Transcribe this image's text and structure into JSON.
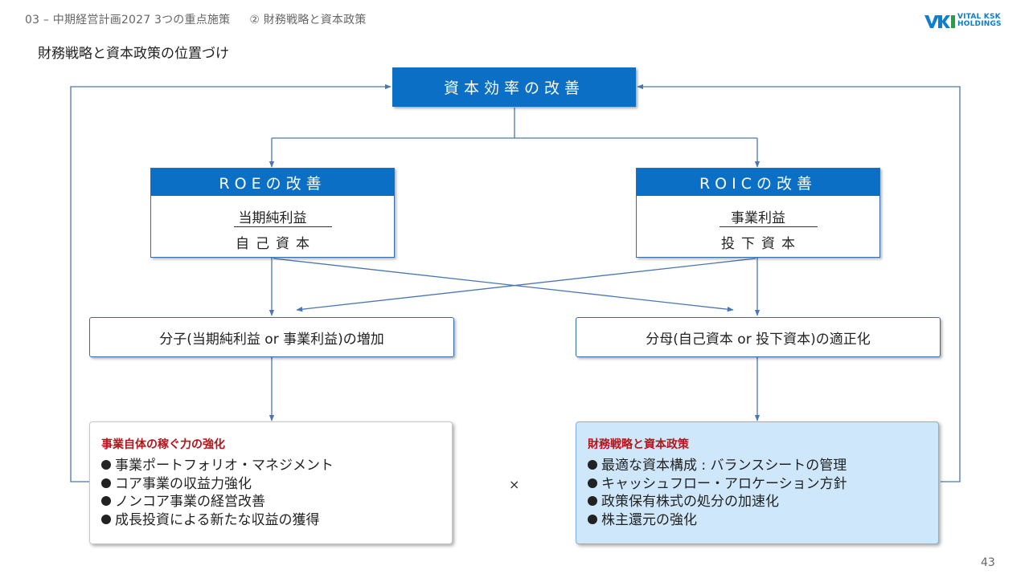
{
  "header": {
    "breadcrumb_section": "03 – 中期経営計画2027 3つの重点施策",
    "breadcrumb_sub": "② 財務戦略と資本政策",
    "logo_text_line1": "VITAL KSK",
    "logo_text_line2": "HOLDINGS",
    "slide_title": "財務戦略と資本政策の位置づけ"
  },
  "diagram": {
    "top": "資本効率の改善",
    "roe": {
      "title": "ROEの改善",
      "numerator": "当期純利益",
      "denominator": "自己資本"
    },
    "roic": {
      "title": "ROICの改善",
      "numerator": "事業利益",
      "denominator": "投下資本"
    },
    "numerator_box": "分子(当期純利益 or 事業利益)の増加",
    "denominator_box": "分母(自己資本 or 投下資本)の適正化",
    "left_panel": {
      "heading": "事業自体の稼ぐ力の強化",
      "items": [
        "事業ポートフォリオ・マネジメント",
        "コア事業の収益力強化",
        "ノンコア事業の経営改善",
        "成長投資による新たな収益の獲得"
      ]
    },
    "right_panel": {
      "heading": "財務戦略と資本政策",
      "items": [
        "最適な資本構成 : バランスシートの管理",
        "キャッシュフロー・アロケーション方針",
        "政策保有株式の処分の加速化",
        "株主還元の強化"
      ]
    },
    "operator": "×"
  },
  "footer": {
    "page_number": "43"
  },
  "colors": {
    "primary_blue": "#0b6fc5",
    "line_blue": "#4a77b4",
    "accent_red": "#b4141b",
    "light_blue_fill": "#cfe7fa"
  }
}
